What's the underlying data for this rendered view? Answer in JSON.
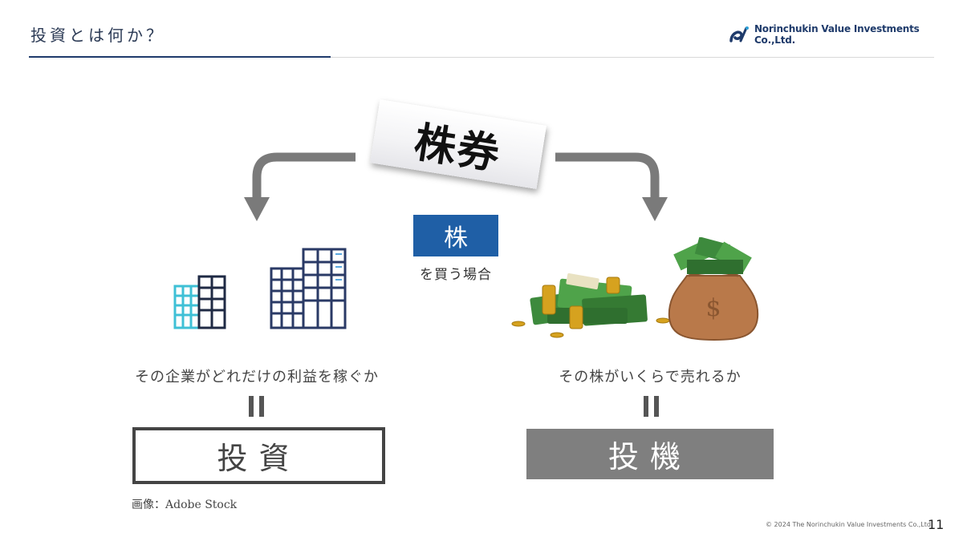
{
  "header": {
    "title": "投資とは何か？",
    "logo_text": "Norinchukin Value Investments Co.,Ltd.",
    "accent_color": "#1f3b6b"
  },
  "diagram": {
    "card_label": "株券",
    "badge_label": "株",
    "badge_sub": "を買う場合",
    "left": {
      "caption": "その企業がどれだけの利益を稼ぐか",
      "equals": "=",
      "result": "投資",
      "icon": "buildings-icon"
    },
    "right": {
      "caption": "その株がいくらで売れるか",
      "equals": "=",
      "result": "投機",
      "icon": "money-bag-icon"
    }
  },
  "credit": "画像：Adobe Stock",
  "footer": {
    "copyright": "© 2024 The Norinchukin Value Investments Co.,Ltd.",
    "page": "11"
  }
}
